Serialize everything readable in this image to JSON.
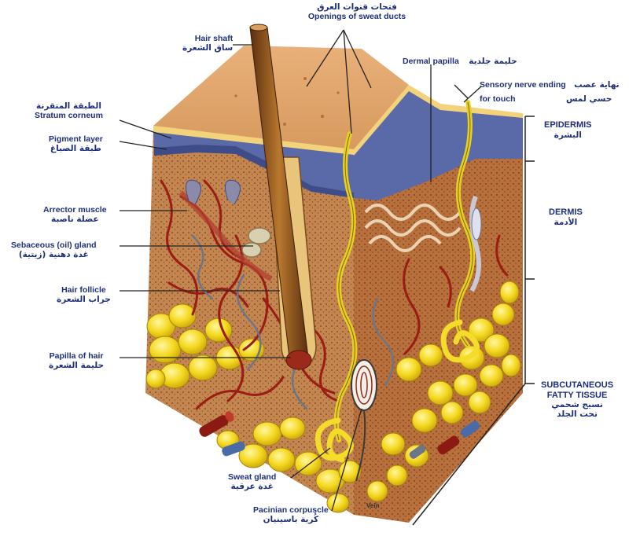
{
  "labels": {
    "hair_shaft": {
      "en": "Hair shaft",
      "ar": "ساق الشعرة"
    },
    "sweat_openings": {
      "en": "Openings of sweat ducts",
      "ar": "فتحات قنوات العرق"
    },
    "dermal_papilla": {
      "en": "Dermal papilla",
      "ar": "حليمة جلدية"
    },
    "sensory_nerve": {
      "en1": "Sensory nerve ending",
      "en2": "for touch",
      "ar1": "نهاية عصب",
      "ar2": "حسي لمس"
    },
    "stratum_corneum": {
      "en": "Stratum corneum",
      "ar": "الطبقة المتقرنة"
    },
    "pigment_layer": {
      "en": "Pigment layer",
      "ar": "طبقة الصباغ"
    },
    "arrector_muscle": {
      "en": "Arrector muscle",
      "ar": "عضلة ناصبة"
    },
    "sebaceous_gland": {
      "en": "Sebaceous (oil) gland",
      "ar": "غدة دهنية (زيتية)"
    },
    "hair_follicle": {
      "en": "Hair follicle",
      "ar": "جراب الشعرة"
    },
    "papilla_of_hair": {
      "en": "Papilla of hair",
      "ar": "حليمة الشعرة"
    },
    "sweat_gland": {
      "en": "Sweat gland",
      "ar": "غدة عرقية"
    },
    "pacinian_corpuscle": {
      "en": "Pacinian corpuscle",
      "ar": "كُرية باسينيان"
    },
    "vein": {
      "en": "Vein"
    }
  },
  "layers": {
    "epidermis": {
      "en": "EPIDERMIS",
      "ar": "البشرة"
    },
    "dermis": {
      "en": "DERMIS",
      "ar": "الأدمة"
    },
    "subcutaneous": {
      "en1": "SUBCUTANEOUS",
      "en2": "FATTY TISSUE",
      "ar1": "نسيج شحمي",
      "ar2": "تحت الجلد"
    }
  },
  "colors": {
    "label_text": "#1f2e7a",
    "epidermis_blue": "#5a6aa8",
    "dermis_tan": "#c98a52",
    "fat_yellow": "#f2d61c",
    "vessel_red": "#9b1c14",
    "hair_brown": "#6b3a14"
  }
}
